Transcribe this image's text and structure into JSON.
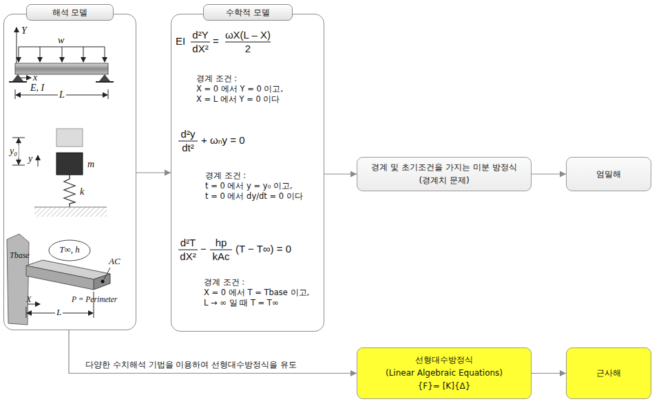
{
  "diagram": {
    "nodes": [
      {
        "text": [
          "해석 모델",
          "Y",
          "w",
          "x",
          "E, I",
          "L",
          "y₀",
          "y",
          "m",
          "k",
          "T∞, h",
          "Tbase",
          "AC",
          "P = Perimeter",
          "X",
          "L"
        ]
      },
      {
        "text": [
          "수학적 모델",
          "EI",
          "d²Y",
          "dX²",
          "=",
          "ωX(L – X)",
          "2",
          "경계 조건 :",
          "X = 0 에서 Y = 0 이고,",
          "X = L 에서 Y = 0 이다",
          "d²y",
          "dt²",
          "+ ωₙy = 0",
          "경계 조건 :",
          "t = 0 에서 y = y₀ 이고,",
          "t = 0 에서 dy/dt = 0 이다",
          "d²T",
          "dX²",
          "−",
          "hp",
          "kAc",
          "(T − T∞) = 0",
          "경계 조건 :",
          "X = 0 에서 T = Tbase 이고,",
          "L → ∞ 일 때 T = T∞"
        ]
      },
      {
        "text": [
          "경계 및 초기조건을 가지는 미분 방정식",
          "(경계치 문제)"
        ]
      },
      {
        "text": [
          "엄밀해"
        ]
      },
      {
        "text": [
          "선형대수방정식",
          "(Linear Algebraic Equations)",
          "{F}= [K]{Δ}"
        ]
      },
      {
        "text": [
          "근사해"
        ]
      }
    ],
    "edges": [
      {
        "from": 0,
        "to": 1,
        "arrow": "to"
      },
      {
        "from": 1,
        "to": 2,
        "arrow": "to"
      },
      {
        "from": 2,
        "to": 3,
        "arrow": "to"
      },
      {
        "from": 0,
        "to": 4,
        "arrow": "to",
        "label": "다양한 수치해석 기법을 이용하여 선형대수방정식을 유도"
      },
      {
        "from": 4,
        "to": 5,
        "arrow": "to"
      }
    ]
  }
}
